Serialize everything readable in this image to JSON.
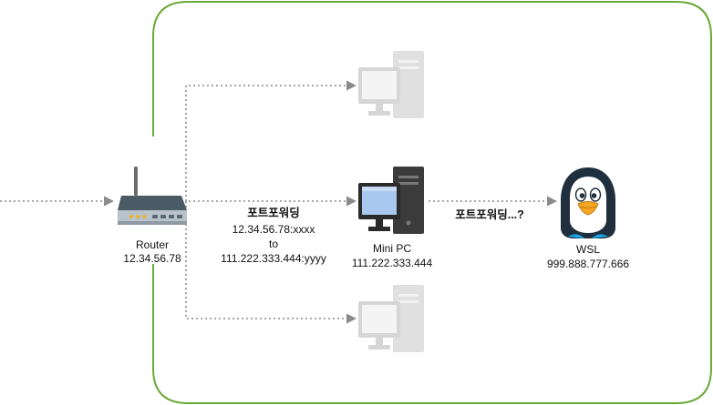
{
  "colors": {
    "network_border": "#6aaa3a",
    "connector": "#8a8a8a",
    "active_pc_screen": "#a9c8ef",
    "faded_pc": "#dcdcdc"
  },
  "router": {
    "icon": "router-icon",
    "name": "Router",
    "ip": "12.34.56.78"
  },
  "port_forward_1": {
    "title": "포트포워딩",
    "from": "12.34.56.78:xxxx",
    "to_word": "to",
    "to": "111.222.333.444:yyyy"
  },
  "mini_pc": {
    "icon": "desktop-pc-icon",
    "name": "Mini PC",
    "ip": "111.222.333.444"
  },
  "port_forward_2": {
    "title": "포트포워딩...?"
  },
  "wsl": {
    "icon": "linux-penguin-icon",
    "name": "WSL",
    "ip": "999.888.777.666"
  },
  "other_pcs": [
    {
      "icon": "desktop-pc-icon",
      "state": "faded"
    },
    {
      "icon": "desktop-pc-icon",
      "state": "faded"
    }
  ]
}
